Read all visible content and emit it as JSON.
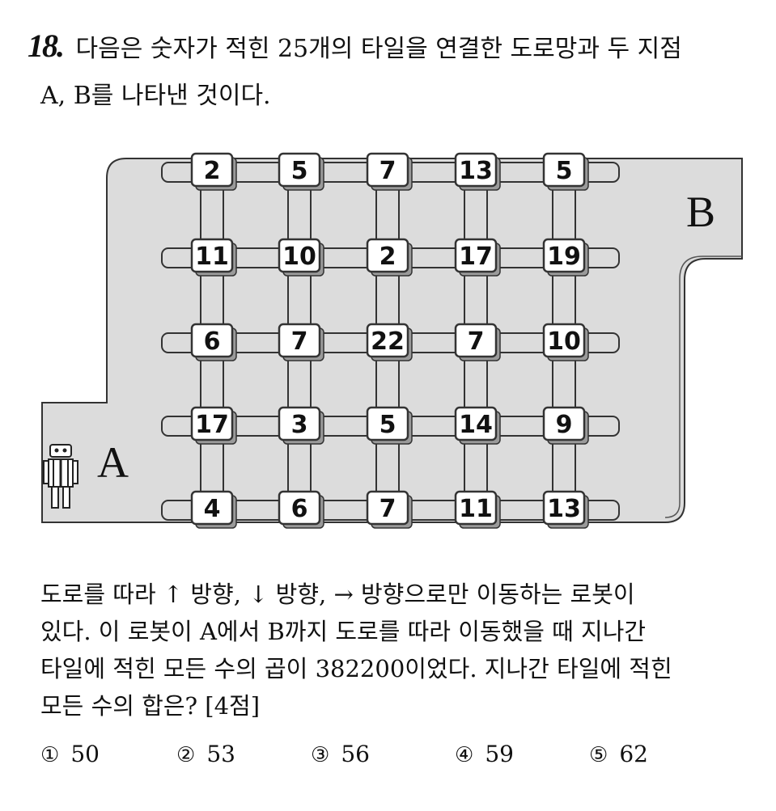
{
  "problem": {
    "number": "18.",
    "stem_line1": "다음은 숫자가 적힌 25개의 타일을 연결한 도로망과 두 지점",
    "stem_line2": "A, B를 나타낸 것이다."
  },
  "figure": {
    "tile_rows": [
      [
        "2",
        "5",
        "7",
        "13",
        "5"
      ],
      [
        "11",
        "10",
        "2",
        "17",
        "19"
      ],
      [
        "6",
        "7",
        "22",
        "7",
        "10"
      ],
      [
        "17",
        "3",
        "5",
        "14",
        "9"
      ],
      [
        "4",
        "6",
        "7",
        "11",
        "13"
      ]
    ],
    "label_a": "A",
    "label_b": "B",
    "robot_icon": "robot-icon",
    "colors": {
      "road": "#dcdcdc",
      "road_edge": "#333333",
      "tile_fill": "#ffffff",
      "tile_shadow": "#9a9a9a"
    }
  },
  "body": {
    "line1": "도로를 따라 ↑ 방향, ↓ 방향, → 방향으로만 이동하는 로봇이",
    "line2": "있다. 이 로봇이 A에서 B까지 도로를 따라 이동했을 때 지나간",
    "line3": "타일에 적힌 모든 수의 곱이 382200이었다. 지나간 타일에 적힌",
    "line4": "모든 수의 합은? [4점]"
  },
  "choices": [
    {
      "num": "①",
      "value": "50"
    },
    {
      "num": "②",
      "value": "53"
    },
    {
      "num": "③",
      "value": "56"
    },
    {
      "num": "④",
      "value": "59"
    },
    {
      "num": "⑤",
      "value": "62"
    }
  ]
}
